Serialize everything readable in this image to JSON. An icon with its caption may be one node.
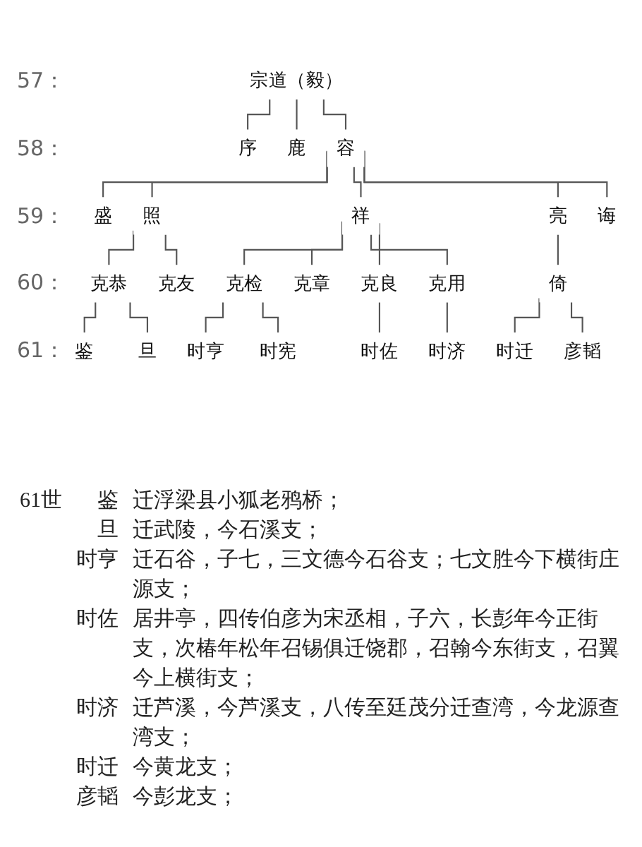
{
  "diagram": {
    "nodes": [
      {
        "text": [
          "宗道（毅）"
        ]
      },
      {
        "text": [
          "序"
        ]
      },
      {
        "text": [
          "鹿"
        ]
      },
      {
        "text": [
          "容"
        ]
      },
      {
        "text": [
          "盛"
        ]
      },
      {
        "text": [
          "照"
        ]
      },
      {
        "text": [
          "祥"
        ]
      },
      {
        "text": [
          "亮"
        ]
      },
      {
        "text": [
          "诲"
        ]
      },
      {
        "text": [
          "克恭"
        ]
      },
      {
        "text": [
          "克友"
        ]
      },
      {
        "text": [
          "克检"
        ]
      },
      {
        "text": [
          "克章"
        ]
      },
      {
        "text": [
          "克良"
        ]
      },
      {
        "text": [
          "克用"
        ]
      },
      {
        "text": [
          "倚"
        ]
      },
      {
        "text": [
          "鉴"
        ]
      },
      {
        "text": [
          "旦"
        ]
      },
      {
        "text": [
          "时亨"
        ]
      },
      {
        "text": [
          "时宪"
        ]
      },
      {
        "text": [
          "时佐"
        ]
      },
      {
        "text": [
          "时济"
        ]
      },
      {
        "text": [
          "时迁"
        ]
      },
      {
        "text": [
          "彦韬"
        ]
      }
    ],
    "edges": [
      {
        "from": 0,
        "to": 1,
        "arrow": "none"
      },
      {
        "from": 0,
        "to": 2,
        "arrow": "none"
      },
      {
        "from": 0,
        "to": 3,
        "arrow": "none"
      },
      {
        "from": 3,
        "to": 4,
        "arrow": "none"
      },
      {
        "from": 3,
        "to": 5,
        "arrow": "none"
      },
      {
        "from": 3,
        "to": 6,
        "arrow": "none"
      },
      {
        "from": 3,
        "to": 7,
        "arrow": "none"
      },
      {
        "from": 3,
        "to": 8,
        "arrow": "none"
      },
      {
        "from": 5,
        "to": 9,
        "arrow": "none"
      },
      {
        "from": 5,
        "to": 10,
        "arrow": "none"
      },
      {
        "from": 6,
        "to": 11,
        "arrow": "none"
      },
      {
        "from": 6,
        "to": 12,
        "arrow": "none"
      },
      {
        "from": 6,
        "to": 13,
        "arrow": "none"
      },
      {
        "from": 6,
        "to": 14,
        "arrow": "none"
      },
      {
        "from": 7,
        "to": 15,
        "arrow": "none"
      },
      {
        "from": 9,
        "to": 16,
        "arrow": "none"
      },
      {
        "from": 9,
        "to": 17,
        "arrow": "none"
      },
      {
        "from": 11,
        "to": 18,
        "arrow": "none"
      },
      {
        "from": 11,
        "to": 19,
        "arrow": "none"
      },
      {
        "from": 13,
        "to": 20,
        "arrow": "none"
      },
      {
        "from": 14,
        "to": 21,
        "arrow": "none"
      },
      {
        "from": 15,
        "to": 22,
        "arrow": "none"
      },
      {
        "from": 15,
        "to": 23,
        "arrow": "none"
      }
    ],
    "labels": [
      "57：",
      "58：",
      "59：",
      "60：",
      "61：",
      "61世",
      "鉴",
      "迁浮梁县小狐老鸦桥；",
      "旦",
      "迁武陵，今石溪支；",
      "时亨",
      "迁石谷，子七，三文德今石谷支；七文胜今下横街庄源支；",
      "时佐",
      "居井亭，四传伯彦为宋丞相，子六，长彭年今正街支，次椿年松年召锡俱迁饶郡，召翰今东街支，召翼今上横街支；",
      "时济",
      "迁芦溪，今芦溪支，八传至廷茂分迁查湾，今龙源查湾支；",
      "时迁",
      "今黄龙支；",
      "彦韬",
      "今彭龙支；"
    ]
  }
}
